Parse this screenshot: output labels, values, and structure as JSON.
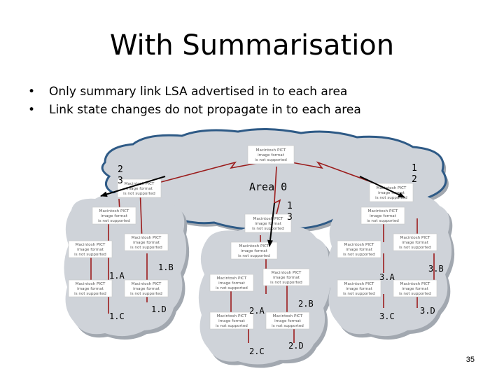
{
  "slide": {
    "title": "With Summarisation",
    "bullets": [
      "Only summary link LSA advertised in to each area",
      "Link state changes do not propagate in to each area"
    ],
    "page_number": "35"
  },
  "diagram": {
    "area0_label": "Area 0",
    "arrow_labels": {
      "left": [
        "2",
        "3"
      ],
      "right": [
        "1",
        "2"
      ],
      "middle": [
        "1",
        "3"
      ]
    },
    "placeholder_text": [
      "Macintosh PICT",
      "image format",
      "is not supported"
    ],
    "routers": {
      "area1": [
        "1.A",
        "1.B",
        "1.C",
        "1.D"
      ],
      "area2": [
        "2.A",
        "2.B",
        "2.C",
        "2.D"
      ],
      "area3": [
        "3.A",
        "3.B",
        "3.C",
        "3.D"
      ]
    },
    "colors": {
      "cloud_fill": "#cfd3d9",
      "cloud_shadow": "#a2a8b0",
      "area0_border": "#2e5a86",
      "link": "#9b1c1c",
      "arrow": "#000000"
    }
  }
}
